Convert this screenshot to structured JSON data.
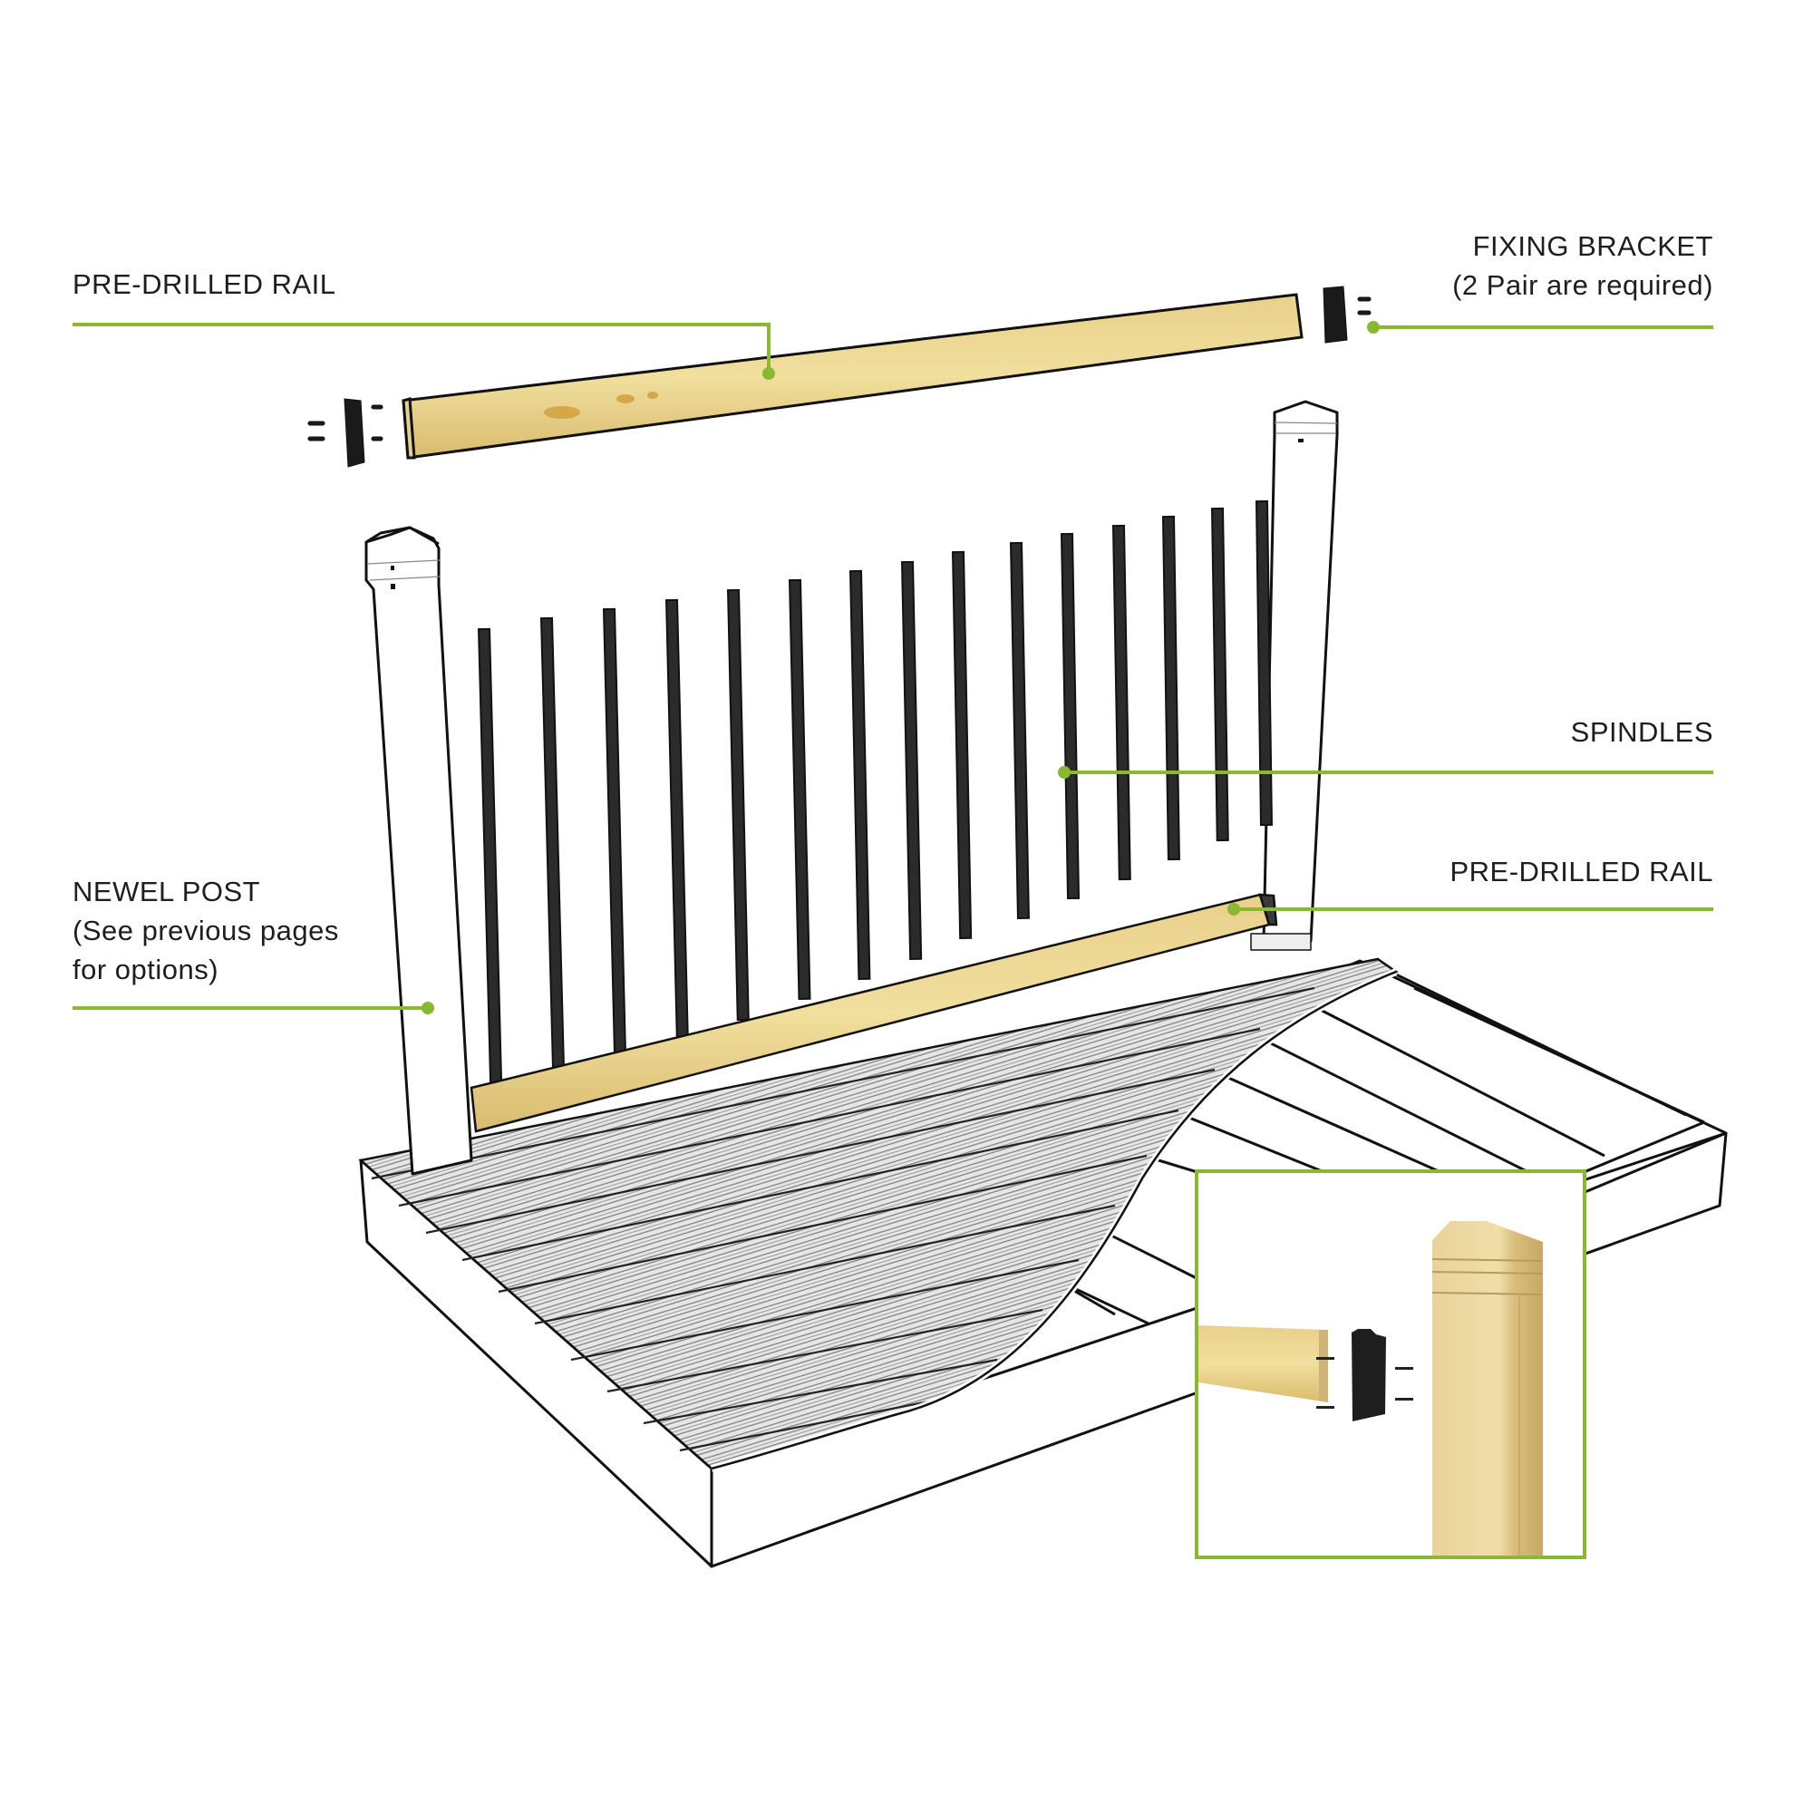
{
  "diagram": {
    "subject": "Deck balustrade assembly",
    "accent_color": "#8ab833",
    "labels": [
      {
        "id": "top-rail",
        "lines": [
          "PRE-DRILLED RAIL"
        ],
        "align": "left"
      },
      {
        "id": "fixing-bracket",
        "lines": [
          "FIXING BRACKET",
          "(2 Pair are required)"
        ],
        "align": "right"
      },
      {
        "id": "spindles",
        "lines": [
          "SPINDLES"
        ],
        "align": "right"
      },
      {
        "id": "bottom-rail",
        "lines": [
          "PRE-DRILLED RAIL"
        ],
        "align": "right"
      },
      {
        "id": "newel-post",
        "lines": [
          "NEWEL POST",
          "(See previous pages",
          "for options)"
        ],
        "align": "left"
      }
    ],
    "components": {
      "spindle_count": 15,
      "newel_posts": 2,
      "rails": 2,
      "fixing_brackets_shown": 2
    },
    "inset": {
      "title": "Rail-to-post bracket detail",
      "parts": [
        "rail end",
        "fixing bracket",
        "screws",
        "wooden newel post"
      ]
    }
  }
}
